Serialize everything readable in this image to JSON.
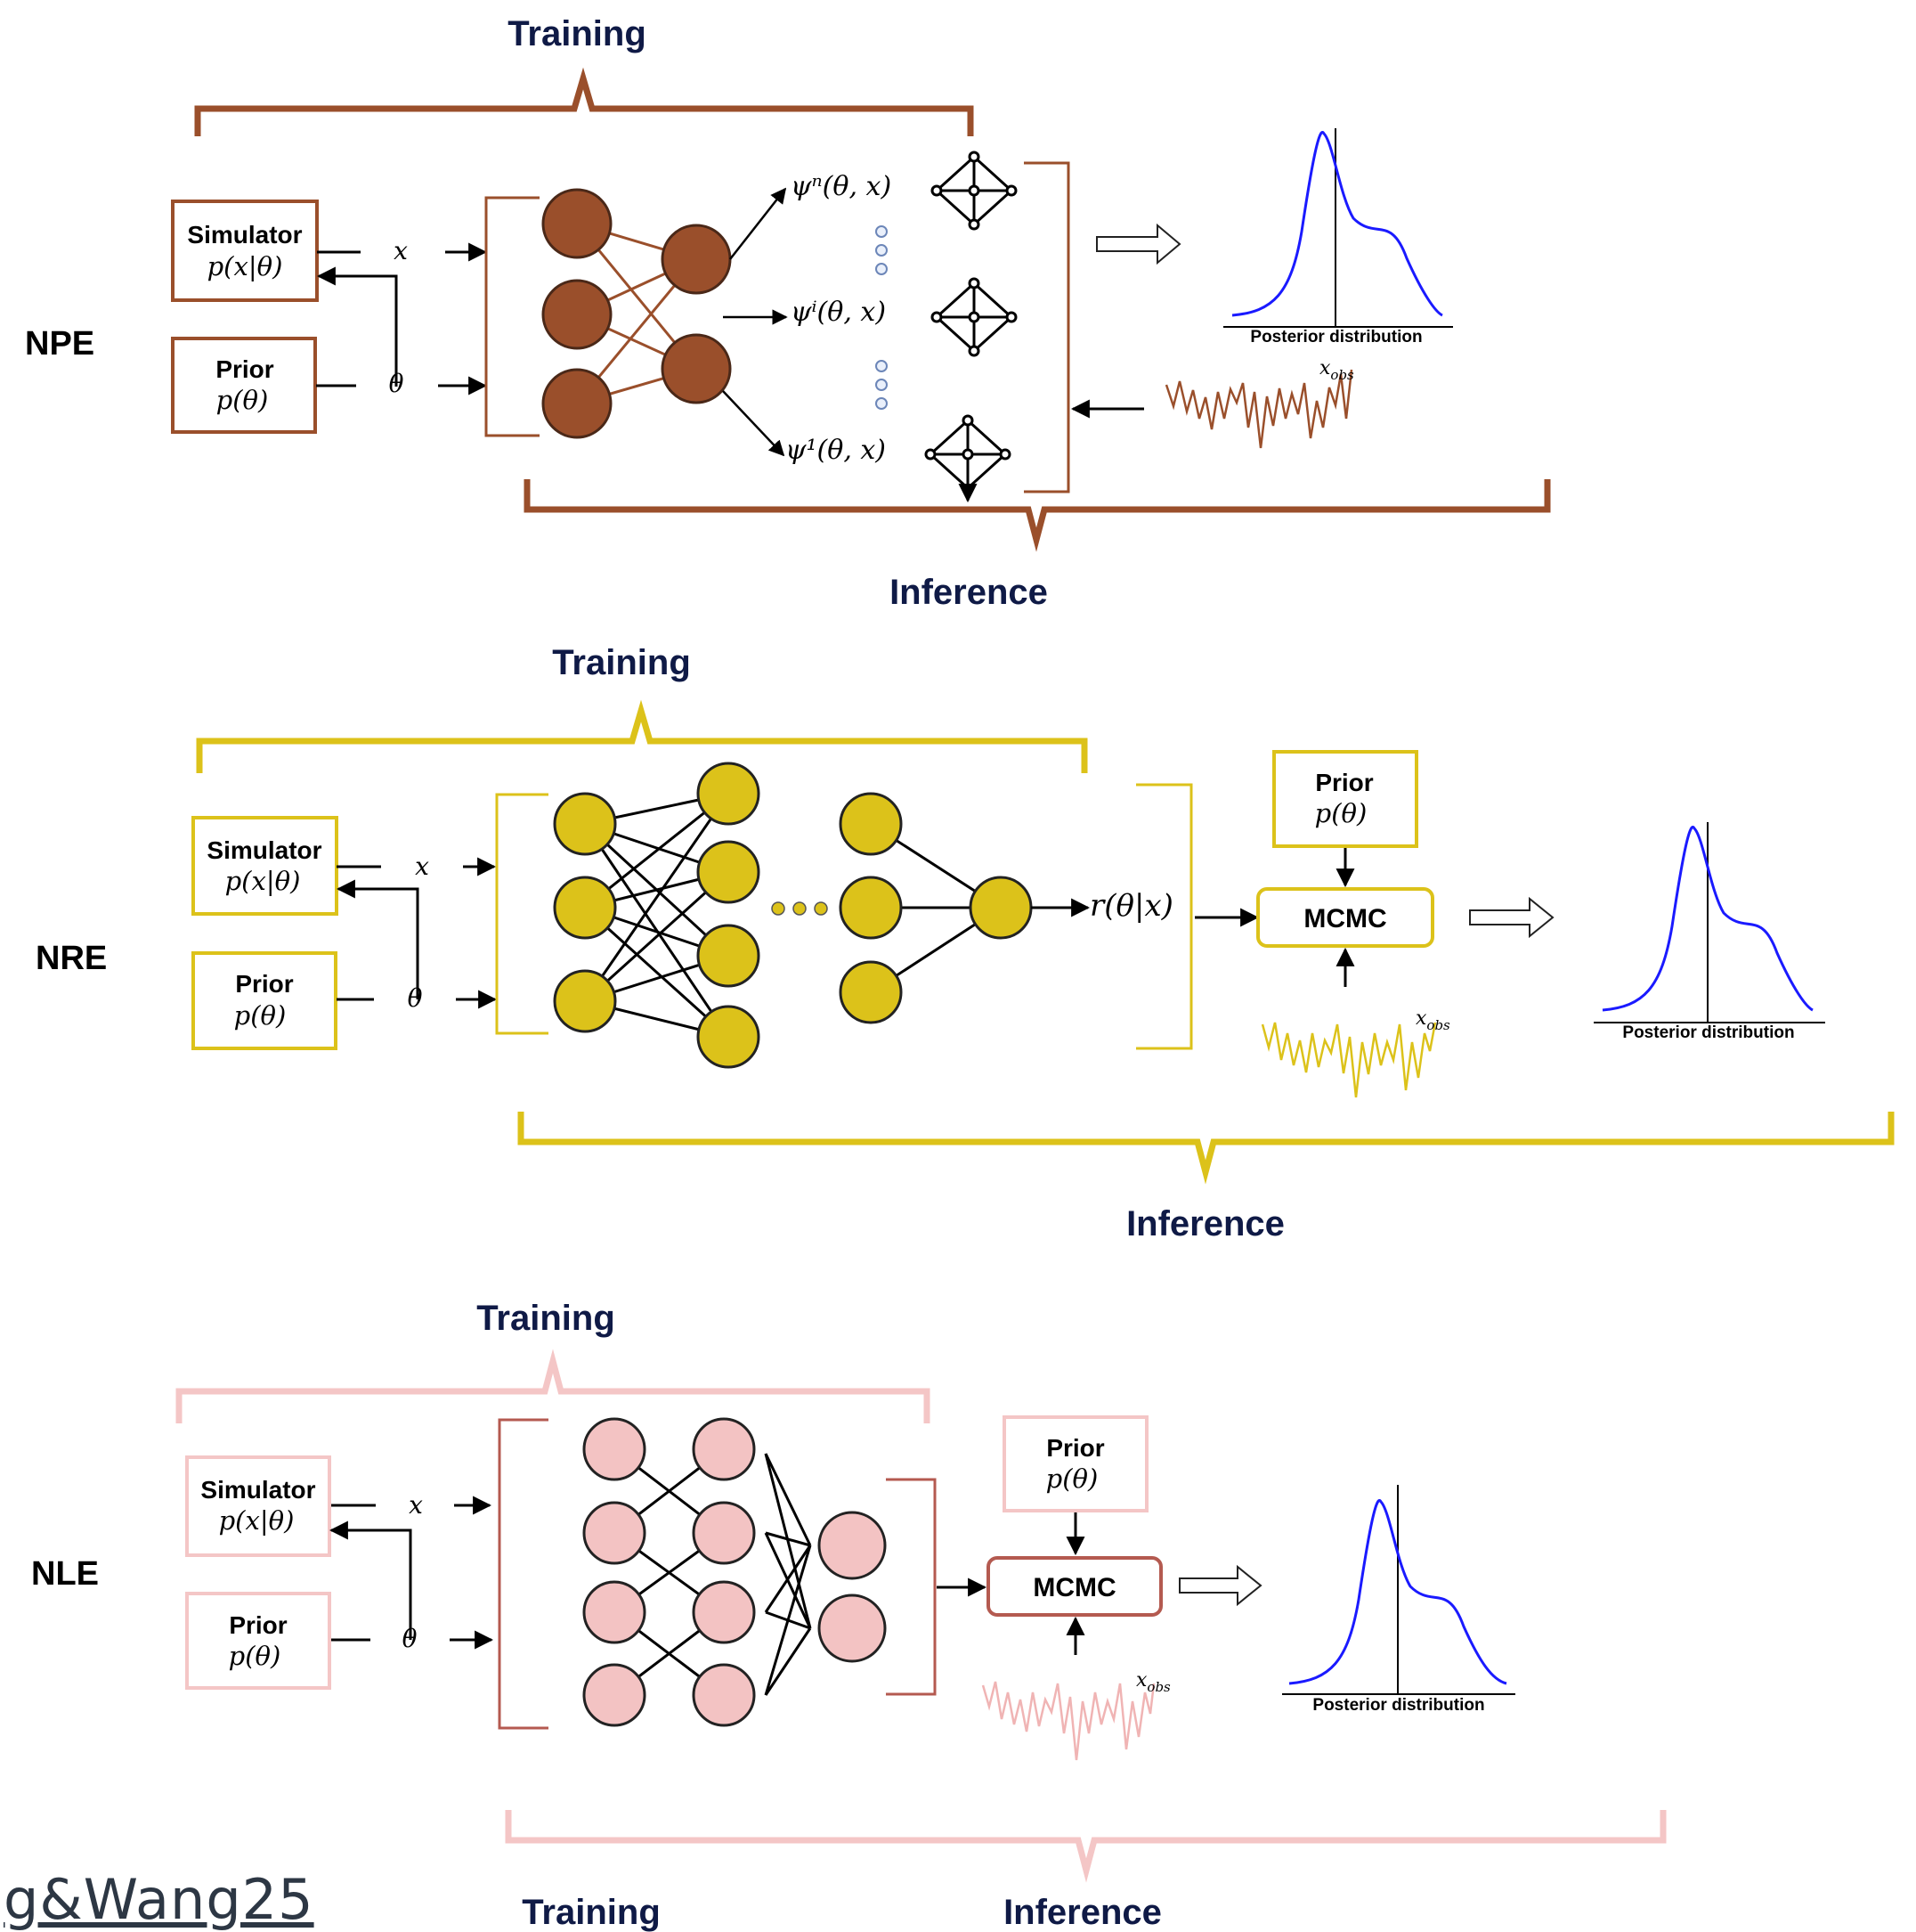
{
  "colors": {
    "npe": "#9a4f2b",
    "nre": "#dcc21a",
    "nle_fill": "#f3c3c3",
    "nle_brace": "#f4c6c6",
    "nle_box": "#b45a50",
    "nle_signal": "#f0b4b4",
    "navy": "#0f1a46",
    "curve": "#1a1aff"
  },
  "npe": {
    "label": "NPE",
    "training": "Training",
    "inference": "Inference",
    "simulator_title": "Simulator",
    "simulator_formula": "p(x|θ)",
    "prior_title": "Prior",
    "prior_formula": "p(θ)",
    "x_label": "x",
    "theta_label": "θ",
    "psi_n": "ψⁿ(θ, x)",
    "psi_i": "ψⁱ(θ, x)",
    "psi_1": "ψ¹(θ, x)",
    "posterior_label": "Posterior distribution",
    "obs_label": "x",
    "obs_sub": "obs"
  },
  "nre": {
    "label": "NRE",
    "training": "Training",
    "inference": "Inference",
    "simulator_title": "Simulator",
    "simulator_formula": "p(x|θ)",
    "prior_title": "Prior",
    "prior_formula": "p(θ)",
    "x_label": "x",
    "theta_label": "θ",
    "ratio_label": "r(θ|x)",
    "prior2_title": "Prior",
    "prior2_formula": "p(θ)",
    "mcmc": "MCMC",
    "posterior_label": "Posterior distribution",
    "obs_label": "x",
    "obs_sub": "obs"
  },
  "nle": {
    "label": "NLE",
    "training": "Training",
    "training_bottom": "Training",
    "inference": "Inference",
    "simulator_title": "Simulator",
    "simulator_formula": "p(x|θ)",
    "prior_title": "Prior",
    "prior_formula": "p(θ)",
    "x_label": "x",
    "theta_label": "θ",
    "prior2_title": "Prior",
    "prior2_formula": "p(θ)",
    "mcmc": "MCMC",
    "posterior_label": "Posterior distribution",
    "obs_label": "x",
    "obs_sub": "obs"
  },
  "footer": {
    "citation": "g&Wang25"
  }
}
